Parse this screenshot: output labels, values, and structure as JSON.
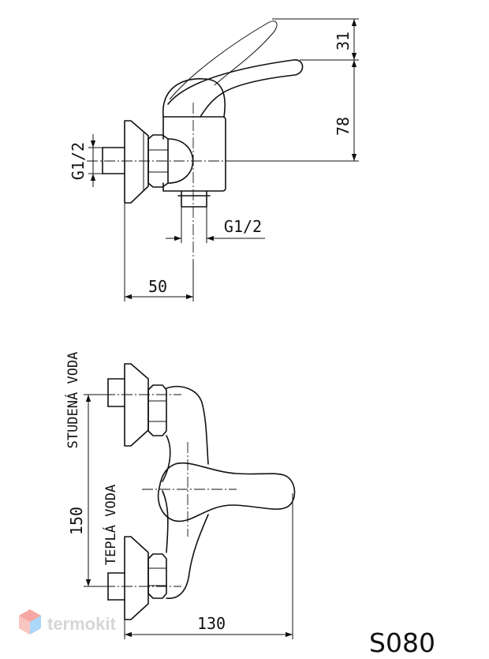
{
  "side_view": {
    "dim_lever_height": "31",
    "dim_body_height": "78",
    "dim_inlet_thread": "G1/2",
    "dim_outlet_thread": "G1/2",
    "dim_wall_offset": "50"
  },
  "front_view": {
    "label_cold": "STUDENÁ VODA",
    "label_warm": "TEPLÁ VODA",
    "dim_inlet_spacing": "150",
    "dim_width": "130"
  },
  "model_code": "S080",
  "watermark": {
    "text": "termokit",
    "colors": [
      "#f28b82",
      "#90caf9"
    ]
  }
}
